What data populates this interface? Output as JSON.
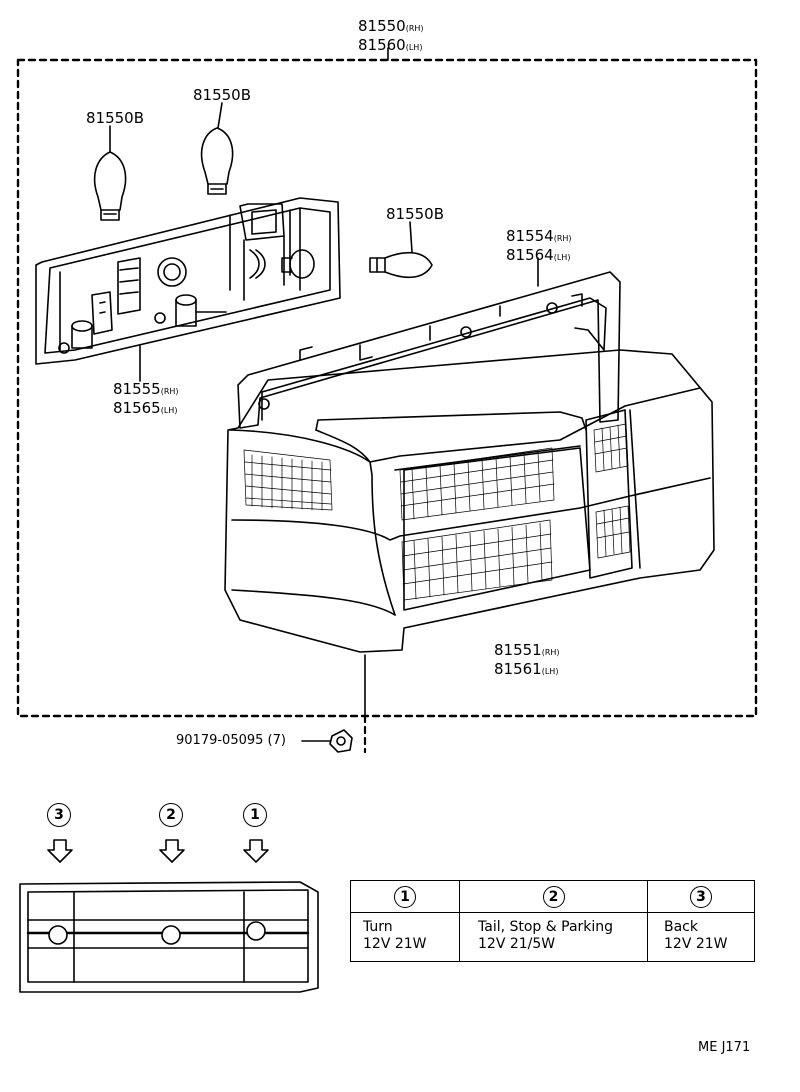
{
  "assembly": {
    "rh": "81550",
    "rh_suffix": "(RH)",
    "lh": "81560",
    "lh_suffix": "(LH)"
  },
  "bulbs": {
    "label_1": "81550B",
    "label_2": "81550B",
    "label_3": "81550B"
  },
  "socket_plate": {
    "rh": "81555",
    "rh_suffix": "(RH)",
    "lh": "81565",
    "lh_suffix": "(LH)"
  },
  "gasket": {
    "rh": "81554",
    "rh_suffix": "(RH)",
    "lh": "81564",
    "lh_suffix": "(LH)"
  },
  "lens": {
    "rh": "81551",
    "rh_suffix": "(RH)",
    "lh": "81561",
    "lh_suffix": "(LH)"
  },
  "nut": {
    "part": "90179-05095",
    "qty": "(7)"
  },
  "positions": {
    "p3": "3",
    "p2": "2",
    "p1": "1"
  },
  "legend": {
    "col1": {
      "num": "1",
      "line1": "Turn",
      "line2": "12V 21W"
    },
    "col2": {
      "num": "2",
      "line1": "Tail, Stop & Parking",
      "line2": "12V 21/5W"
    },
    "col3": {
      "num": "3",
      "line1": "Back",
      "line2": "12V 21W"
    }
  },
  "figure_code": "ME J171"
}
